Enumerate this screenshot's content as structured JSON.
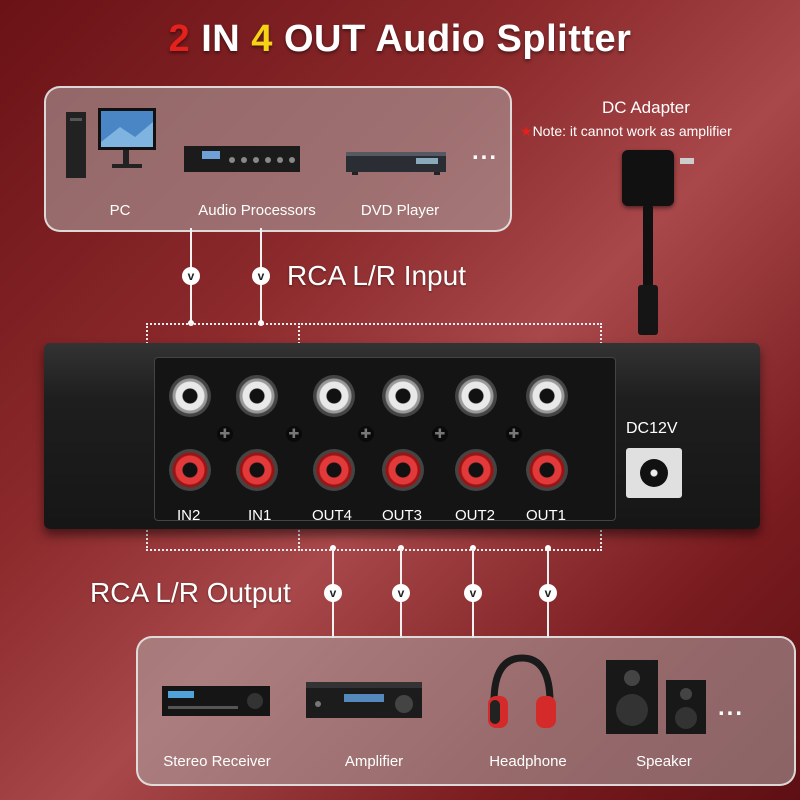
{
  "title": {
    "num_in": "2",
    "in": "IN",
    "num_out": "4",
    "out": "OUT Audio Splitter"
  },
  "sources": {
    "items": [
      "PC",
      "Audio Processors",
      "DVD Player"
    ],
    "more": "..."
  },
  "dc": {
    "title": "DC Adapter",
    "note": "Note: it cannot work as amplifier",
    "star": "★"
  },
  "input_label": "RCA L/R Input",
  "output_label": "RCA L/R Output",
  "device": {
    "inputs": [
      "IN2",
      "IN1"
    ],
    "outputs": [
      "OUT4",
      "OUT3",
      "OUT2",
      "OUT1"
    ],
    "power_label": "DC12V"
  },
  "outputs_panel": {
    "items": [
      "Stereo Receiver",
      "Amplifier",
      "Headphone",
      "Speaker"
    ],
    "more": "..."
  },
  "icons": {
    "arrow": "chevron-down-icon",
    "screw": "screw-icon"
  },
  "colors": {
    "accent_red": "#e4211c",
    "accent_yellow": "#f5d315"
  }
}
